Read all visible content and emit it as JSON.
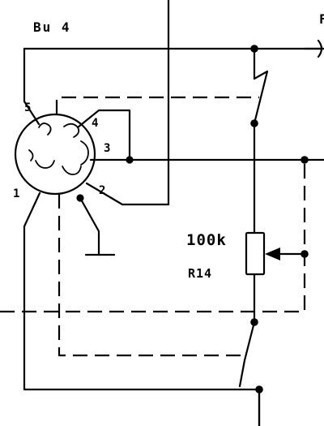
{
  "diagram": {
    "connector_label": "Bu 4",
    "pins": {
      "p1": "1",
      "p2": "2",
      "p3": "3",
      "p4": "4",
      "p5": "5"
    },
    "resistor": {
      "value": "100k",
      "reference": "R14"
    },
    "edge_label": "F"
  }
}
